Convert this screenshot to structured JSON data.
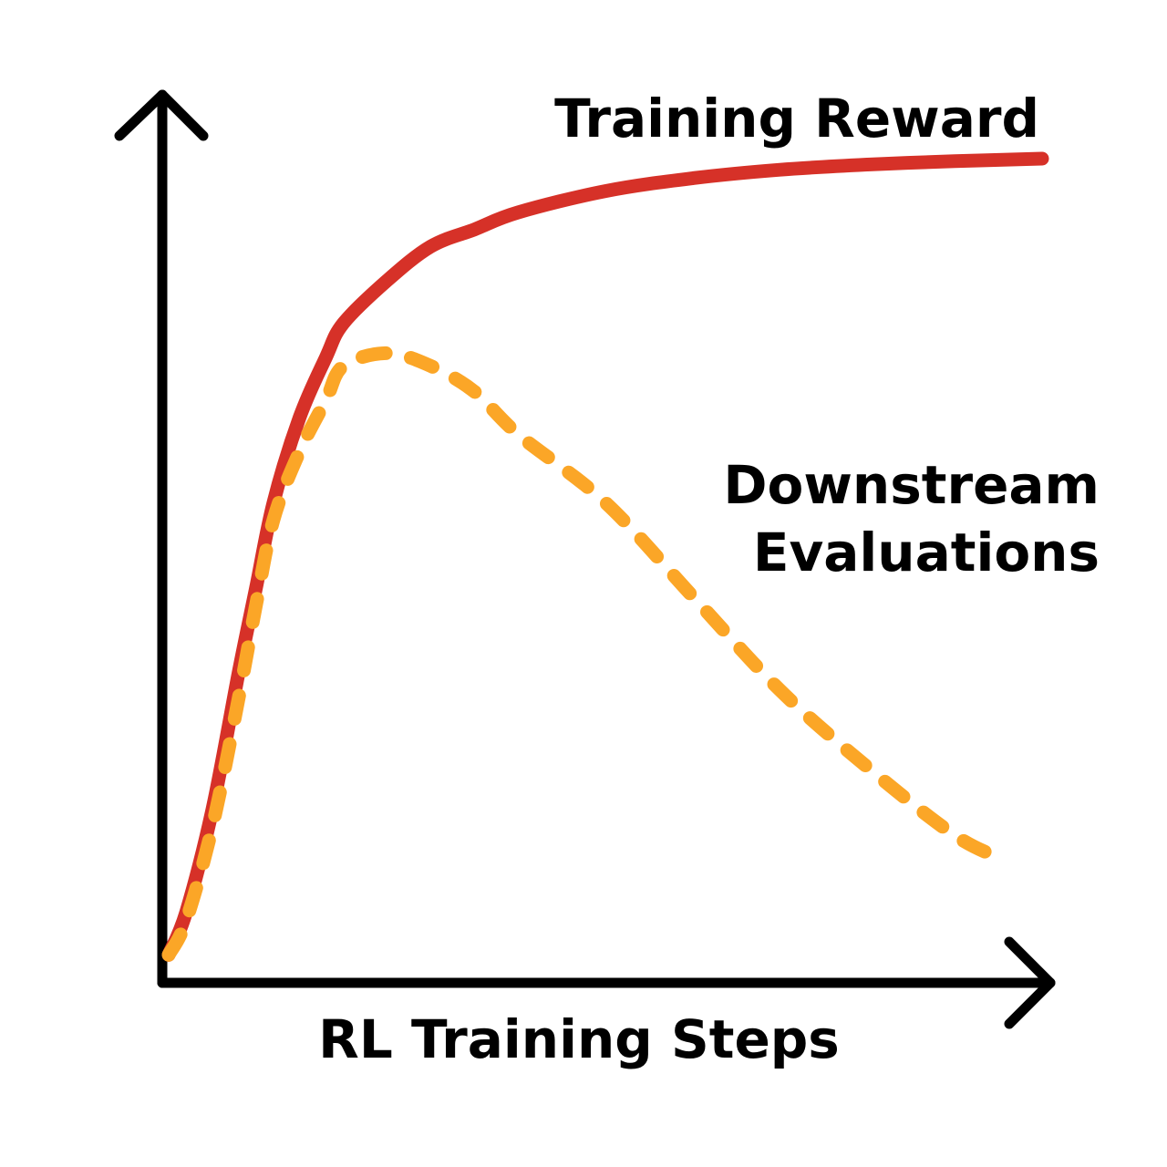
{
  "chart_data": {
    "type": "line",
    "title": "",
    "xlabel": "RL Training Steps",
    "ylabel": "",
    "xlim": [
      0,
      100
    ],
    "ylim": [
      0,
      100
    ],
    "grid": false,
    "axis_ticks": false,
    "series": [
      {
        "name": "Training Reward",
        "style": "solid",
        "color": "#D63128",
        "x": [
          0,
          2,
          5,
          8,
          10,
          12,
          15,
          18,
          20,
          25,
          30,
          35,
          40,
          50,
          60,
          70,
          80,
          90,
          100
        ],
        "y": [
          2,
          7,
          19,
          35,
          45,
          55,
          65,
          72,
          76,
          81,
          85,
          87,
          89,
          91.5,
          93,
          94,
          94.6,
          95,
          95.3
        ]
      },
      {
        "name": "Downstream Evaluations",
        "style": "dashed",
        "color": "#FBA627",
        "x": [
          0,
          2,
          5,
          8,
          10,
          12,
          15,
          18,
          20,
          25,
          30,
          35,
          40,
          50,
          60,
          70,
          80,
          90,
          96
        ],
        "y": [
          2,
          6,
          17,
          32,
          43,
          53,
          61,
          67,
          71,
          72.5,
          71,
          68,
          63,
          55,
          44,
          33,
          24,
          16,
          13
        ]
      }
    ],
    "annotations": [
      {
        "series": "Training Reward",
        "lines": [
          "Training Reward"
        ],
        "position": "top-right"
      },
      {
        "series": "Downstream Evaluations",
        "lines": [
          "Downstream",
          "Evaluations"
        ],
        "position": "right"
      }
    ]
  }
}
